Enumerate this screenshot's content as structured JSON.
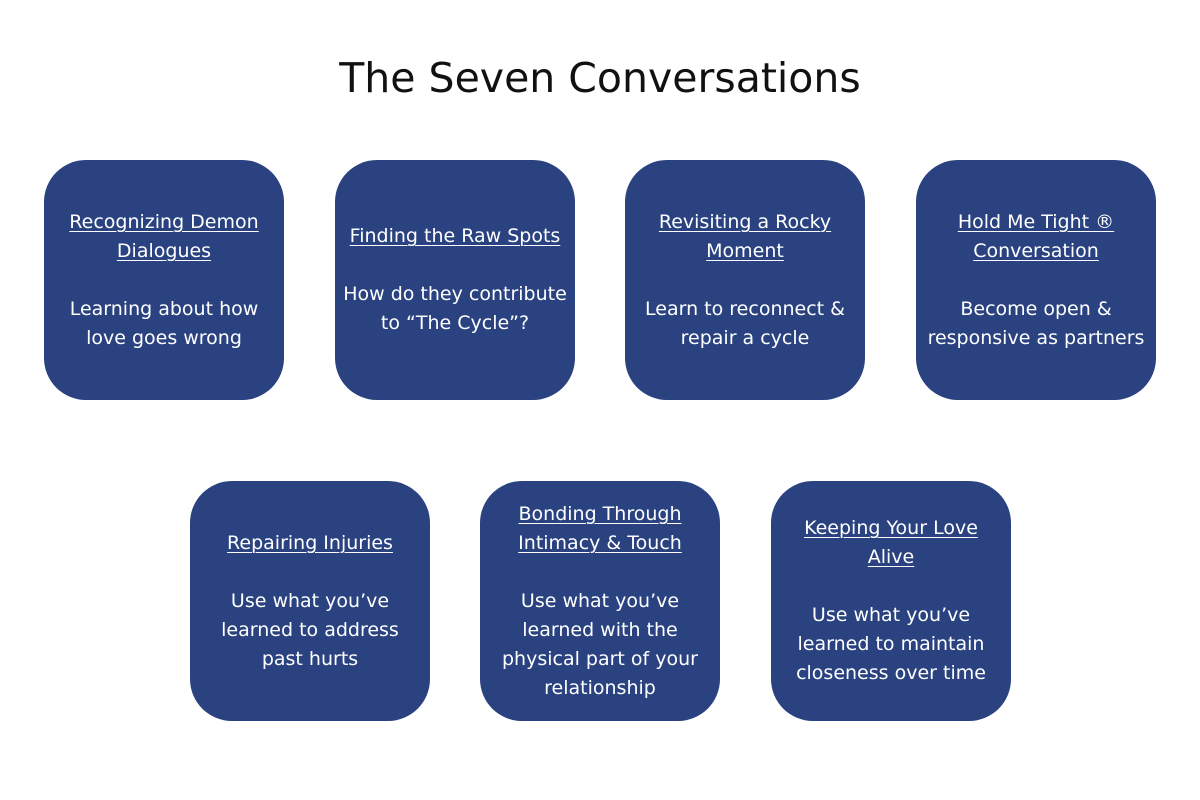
{
  "title": "The Seven Conversations",
  "cards": [
    {
      "title": "Recognizing Demon Dialogues",
      "description": "Learning about how love goes wrong"
    },
    {
      "title": "Finding the Raw Spots",
      "description": "How do they contribute to “The Cycle”?"
    },
    {
      "title": "Revisiting a Rocky Moment",
      "description": "Learn to reconnect & repair a cycle"
    },
    {
      "title": "Hold Me Tight ® Conversation",
      "description": "Become open & responsive as partners"
    },
    {
      "title": "Repairing Injuries",
      "description": "Use what you’ve learned to address past hurts"
    },
    {
      "title": "Bonding Through Intimacy & Touch",
      "description": "Use what you’ve learned with the physical part of your relationship"
    },
    {
      "title": "Keeping Your Love Alive",
      "description": "Use what you’ve learned to maintain closeness over time"
    }
  ],
  "colors": {
    "card_background": "#2a4280",
    "card_text": "#ffffff",
    "title_text": "#111111"
  }
}
